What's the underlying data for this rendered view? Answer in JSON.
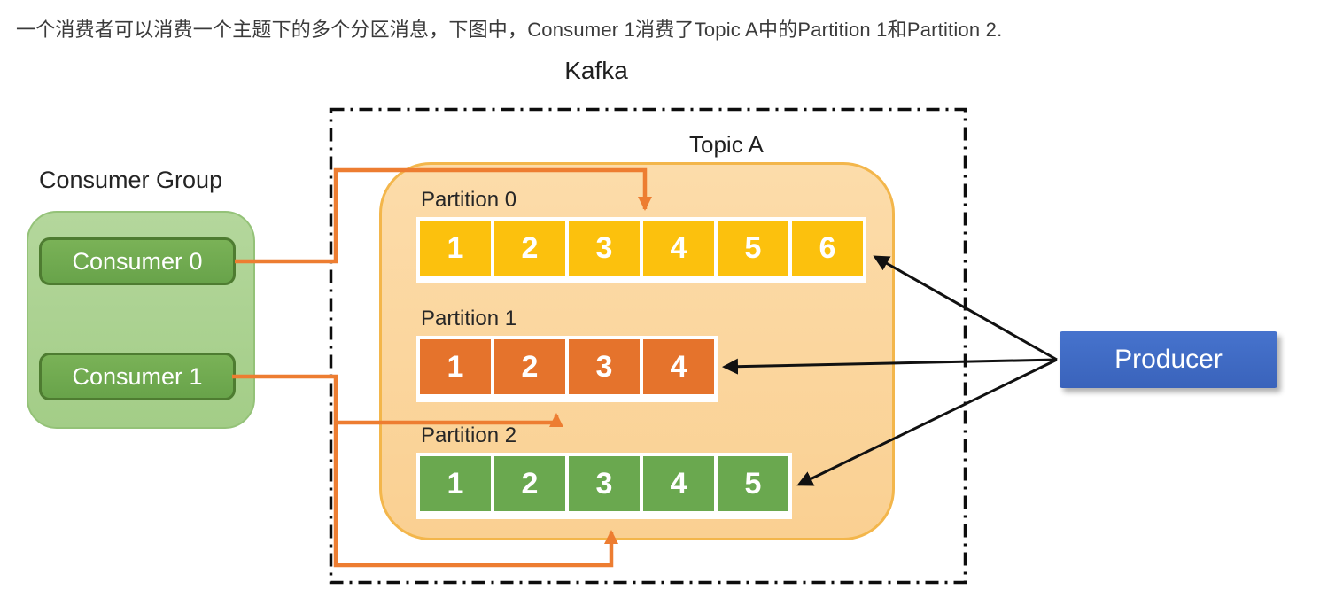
{
  "caption": "一个消费者可以消费一个主题下的多个分区消息，下图中，Consumer 1消费了Topic A中的Partition 1和Partition 2.",
  "diagram": {
    "kafka_label": "Kafka",
    "topic": {
      "label": "Topic A",
      "partitions": [
        {
          "label": "Partition 0",
          "cells": [
            "1",
            "2",
            "3",
            "4",
            "5",
            "6"
          ],
          "color": "#fcc10d"
        },
        {
          "label": "Partition 1",
          "cells": [
            "1",
            "2",
            "3",
            "4"
          ],
          "color": "#e5732c"
        },
        {
          "label": "Partition 2",
          "cells": [
            "1",
            "2",
            "3",
            "4",
            "5"
          ],
          "color": "#6aa84f"
        }
      ]
    },
    "consumer_group": {
      "label": "Consumer Group",
      "consumers": [
        "Consumer 0",
        "Consumer 1"
      ]
    },
    "producer_label": "Producer",
    "connections": [
      {
        "from": "Consumer 0",
        "to": "Partition 0",
        "color": "#ed7d31"
      },
      {
        "from": "Consumer 1",
        "to": "Partition 1",
        "color": "#ed7d31"
      },
      {
        "from": "Consumer 1",
        "to": "Partition 2",
        "color": "#ed7d31"
      },
      {
        "from": "Producer",
        "to": "Partition 0",
        "color": "#111111"
      },
      {
        "from": "Producer",
        "to": "Partition 1",
        "color": "#111111"
      },
      {
        "from": "Producer",
        "to": "Partition 2",
        "color": "#111111"
      }
    ]
  }
}
